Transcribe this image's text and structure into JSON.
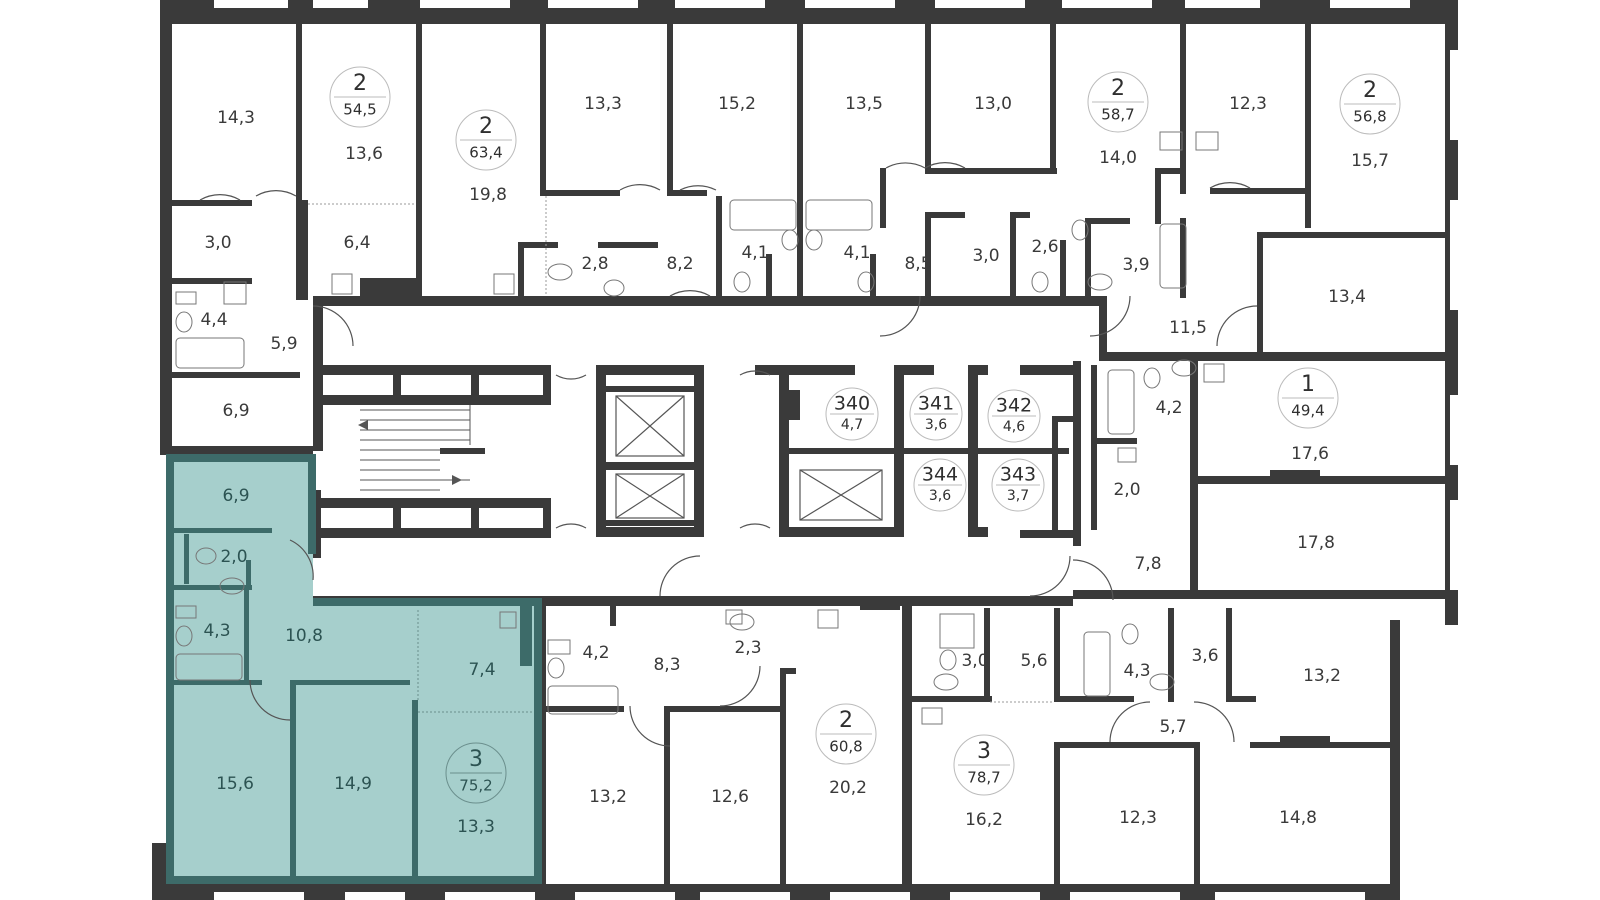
{
  "colors": {
    "wall": "#3a3a3a",
    "highlight_fill": "#a6cfcc",
    "highlight_stroke": "#3d6b69",
    "badge_fill": "#ffffff",
    "label": "#3a3a3a"
  },
  "apartment_badges": [
    {
      "id": "apt-2-54",
      "rooms": "2",
      "area": "54,5"
    },
    {
      "id": "apt-2-63",
      "rooms": "2",
      "area": "63,4"
    },
    {
      "id": "apt-2-58",
      "rooms": "2",
      "area": "58,7"
    },
    {
      "id": "apt-2-56",
      "rooms": "2",
      "area": "56,8"
    },
    {
      "id": "apt-1-49",
      "rooms": "1",
      "area": "49,4"
    },
    {
      "id": "apt-2-60",
      "rooms": "2",
      "area": "60,8"
    },
    {
      "id": "apt-3-78",
      "rooms": "3",
      "area": "78,7"
    },
    {
      "id": "apt-3-75",
      "rooms": "3",
      "area": "75,2",
      "highlighted": true
    }
  ],
  "storage_badges": [
    {
      "id": "storage-340",
      "number": "340",
      "area": "4,7"
    },
    {
      "id": "storage-341",
      "number": "341",
      "area": "3,6"
    },
    {
      "id": "storage-342",
      "number": "342",
      "area": "4,6"
    },
    {
      "id": "storage-344",
      "number": "344",
      "area": "3,6"
    },
    {
      "id": "storage-343",
      "number": "343",
      "area": "3,7"
    }
  ],
  "room_areas": [
    "14,3",
    "13,6",
    "19,8",
    "13,3",
    "15,2",
    "13,5",
    "13,0",
    "14,0",
    "12,3",
    "15,7",
    "3,0",
    "6,4",
    "2,8",
    "8,2",
    "4,1",
    "4,1",
    "8,5",
    "3,0",
    "2,6",
    "3,9",
    "4,4",
    "5,9",
    "11,5",
    "13,4",
    "6,9",
    "4,2",
    "17,6",
    "2,0",
    "17,8",
    "7,8",
    "6,9",
    "2,0",
    "4,3",
    "10,8",
    "7,4",
    "15,6",
    "14,9",
    "13,3",
    "4,2",
    "8,3",
    "2,3",
    "13,2",
    "12,6",
    "20,2",
    "3,0",
    "5,6",
    "16,2",
    "4,3",
    "3,6",
    "13,2",
    "5,7",
    "12,3",
    "14,8"
  ]
}
